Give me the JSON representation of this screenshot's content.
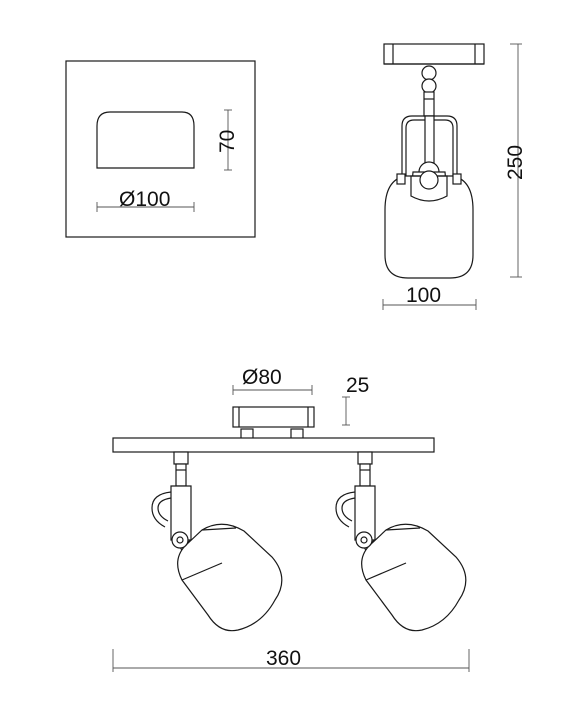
{
  "views": {
    "top_view": {
      "diameter_label": "Ø100",
      "height_label": "70"
    },
    "side_view": {
      "height_label": "250",
      "width_label": "100"
    },
    "front_view": {
      "diameter_label": "Ø80",
      "depth_label": "25",
      "length_label": "360"
    }
  }
}
